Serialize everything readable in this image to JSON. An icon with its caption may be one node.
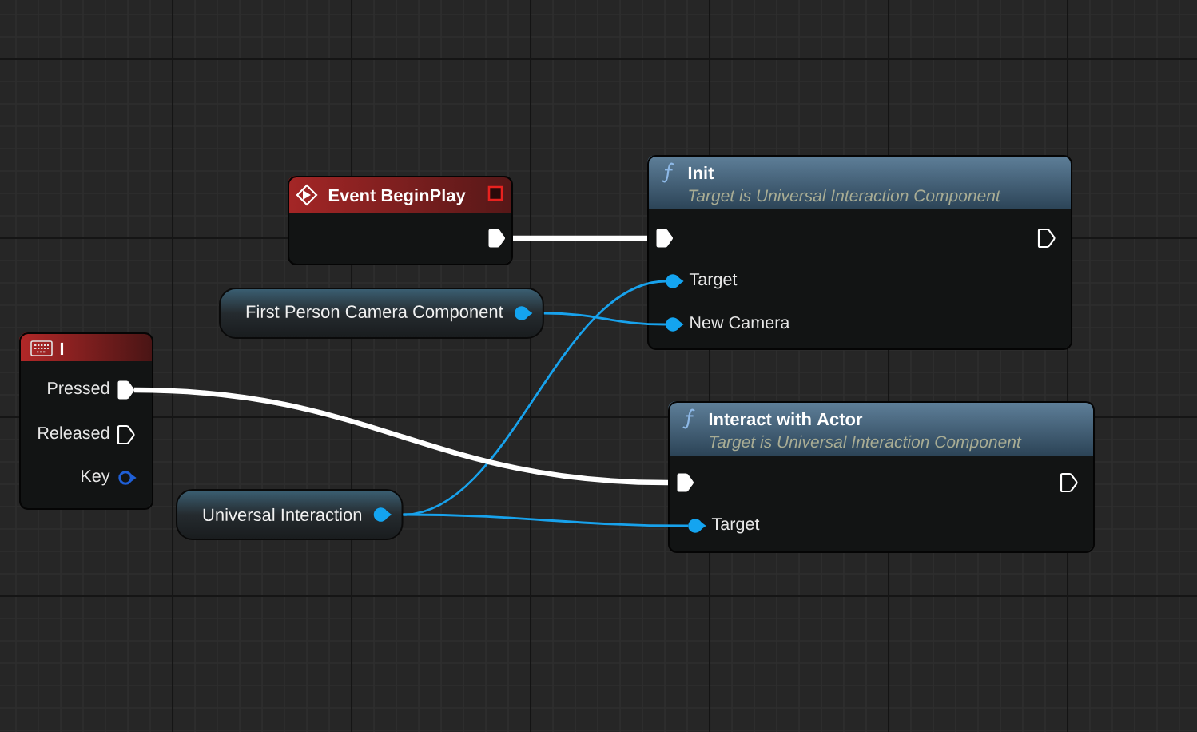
{
  "diagram": {
    "nodes": [
      {
        "text": [
          "Event BeginPlay"
        ]
      },
      {
        "text": [
          "Init",
          "Target is Universal Interaction Component"
        ]
      },
      {
        "text": [
          "Target"
        ],
        "in": 1
      },
      {
        "text": [
          "New Camera"
        ],
        "in": 1
      },
      {
        "text": [
          "First Person Camera Component"
        ]
      },
      {
        "text": [
          "I"
        ]
      },
      {
        "text": [
          "Pressed"
        ],
        "in": 5
      },
      {
        "text": [
          "Released"
        ],
        "in": 5
      },
      {
        "text": [
          "Key"
        ],
        "in": 5
      },
      {
        "text": [
          "Interact with Actor",
          "Target is Universal Interaction Component"
        ]
      },
      {
        "text": [
          "Target"
        ],
        "in": 9
      },
      {
        "text": [
          "Universal Interaction"
        ]
      }
    ],
    "edges": [
      {
        "from": 0,
        "to": 1,
        "arrow": "none",
        "style": "thick",
        "color": "#ffffff"
      },
      {
        "from": 11,
        "to": 2,
        "arrow": "none"
      },
      {
        "from": 4,
        "to": 3,
        "arrow": "none"
      },
      {
        "from": 6,
        "to": 9,
        "arrow": "none",
        "style": "thick",
        "color": "#ffffff"
      },
      {
        "from": 11,
        "to": 10,
        "arrow": "none"
      }
    ]
  }
}
